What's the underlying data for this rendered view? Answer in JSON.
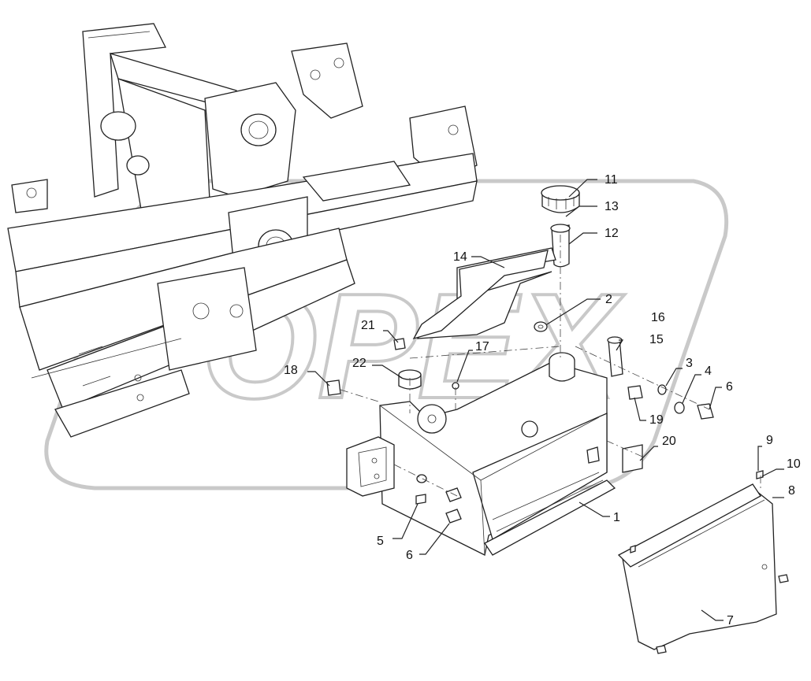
{
  "watermark": {
    "text": "OPEX"
  },
  "corner_mark": "",
  "callouts": {
    "c1": "1",
    "c2": "2",
    "c3": "3",
    "c4": "4",
    "c5": "5",
    "c6a": "6",
    "c6b": "6",
    "c7": "7",
    "c8": "8",
    "c9": "9",
    "c10": "10",
    "c11": "11",
    "c12": "12",
    "c13": "13",
    "c14": "14",
    "c15": "15",
    "c16": "16",
    "c17": "17",
    "c18": "18",
    "c19": "19",
    "c20": "20",
    "c21": "21",
    "c22": "22"
  }
}
